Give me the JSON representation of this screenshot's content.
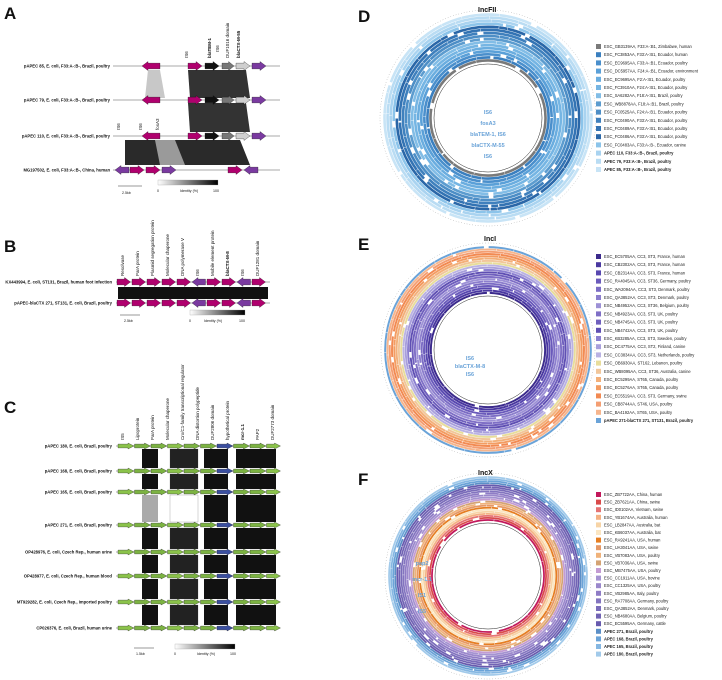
{
  "panels": {
    "A": {
      "letter": "A",
      "scale": "2.5kb",
      "identity_min": "0",
      "identity_label": "Identity (%)",
      "identity_max": "100",
      "sequences": [
        "pAPEC 85, E. coli, F33:A-:B-, Brazil, poultry",
        "pAPEC 79, E. coli, F33:A-:B-, Brazil, poultry",
        "pAPEC 110, E. coli, F33:A-:B-, Brazil, poultry",
        "MG197502, E. coli, F33:A-:B-, China, human"
      ],
      "genes": [
        "IS6",
        "IS6",
        "blaTEM-1",
        "IS6",
        "DUF1016 domain",
        "blaCTX-M-55",
        "IS6",
        "fosA3"
      ]
    },
    "B": {
      "letter": "B",
      "scale": "2.5kb",
      "identity_min": "0",
      "identity_label": "Identity (%)",
      "identity_max": "100",
      "sequences": [
        "KX443994, E. coli, ST131, Brazil, human foot infection",
        "pAPEC-blaCTX 271, ST131, E. coli, Brazil, poultry"
      ],
      "genes": [
        "Resolvase",
        "ParA protein",
        "Plasmid segregation protein",
        "Molecular chaperone",
        "DNA polymerase V",
        "IS6",
        "Mobile element protein",
        "blaCTX-M-8",
        "IS6",
        "DUF1281 domain"
      ]
    },
    "C": {
      "letter": "C",
      "scale": "1.5kb",
      "identity_min": "0",
      "identity_label": "Identity (%)",
      "identity_max": "100",
      "sequences": [
        "pAPEC 180, E. coli, Brazil, poultry",
        "pAPEC 168, E. coli, Brazil, poultry",
        "pAPEC 165, E. coli, Brazil, poultry",
        "pAPEC 271, E. coli, Brazil, poultry",
        "OP428976, E. coli, Czech Rep., human urine",
        "OP428977, E. coli, Czech Rep., human blood",
        "MT929282, E. coli, Czech Rep., imported poultry",
        "CP026376, E. coli, Brazil, human urine"
      ],
      "genes": [
        "IS5",
        "Lipoprotein",
        "ParA protein",
        "Molecular chaperone",
        "Cro/C1-family transcriptional regulator",
        "DNA distortion polypeptide",
        "DUF2806 domain",
        "hypothetical protein",
        "mcr-1.1",
        "PAP2",
        "DUF2773 domain"
      ]
    },
    "D": {
      "letter": "D",
      "title": "IncFII",
      "ring_labels": [
        "IS6",
        "fosA3",
        "blaTEM-1, IS6",
        "blaCTX-M-55",
        "IS6"
      ],
      "legend": [
        {
          "label": "ESC_GB3139AA, F33:A-:B1, Zimbabwe, human",
          "color": "#7a7a7a",
          "bold": false
        },
        {
          "label": "ESC_FC3853AA, F33:A-:B1, Ecuador, human",
          "color": "#3a7fbf",
          "bold": false
        },
        {
          "label": "ESC_EC9695AA, F33:A-:B1, Ecuador, poultry",
          "color": "#4a8fcc",
          "bold": false
        },
        {
          "label": "ESC_DC5957AA, F24:A-:B1, Ecuador, environment",
          "color": "#5aa0d8",
          "bold": false
        },
        {
          "label": "ESC_EC9695AA, F2:A-:B1, Ecuador, poultry",
          "color": "#6aaddf",
          "bold": false
        },
        {
          "label": "ESC_FC3910AA, F24:A-:B1, Ecuador, poultry",
          "color": "#75b5e3",
          "bold": false
        },
        {
          "label": "ESC_SA6282AA, F18:A-:B1, Brazil, poultry",
          "color": "#82bde6",
          "bold": false
        },
        {
          "label": "ESC_WB8878AA, F18:A-:B1, Brazil, poultry",
          "color": "#5c9ccf",
          "bold": false
        },
        {
          "label": "ESC_FC0525AA, F24:A-:B1, Ecuador, poultry",
          "color": "#4d8ec6",
          "bold": false
        },
        {
          "label": "ESC_FC0490AA, F33:A-:B1, Ecuador, poultry",
          "color": "#3f80bd",
          "bold": false
        },
        {
          "label": "ESC_FC0489AA, F33:A-:B1, Ecuador, poultry",
          "color": "#3373b3",
          "bold": false
        },
        {
          "label": "ESC_FC0486AA, F33:A-:B1, Ecuador, poultry",
          "color": "#2a67a8",
          "bold": false
        },
        {
          "label": "ESC_FC0483AA, F33:A-:B-, Ecuador, canine",
          "color": "#8cc4ea",
          "bold": false
        },
        {
          "label": "APEC 110, F33:A-:B-, Brazil, poultry",
          "color": "#a9d3f0",
          "bold": true
        },
        {
          "label": "APEC 79, F33:A-:B-, Brazil, poultry",
          "color": "#b9dcf3",
          "bold": true
        },
        {
          "label": "APEC 85, F33:A-:B-, Brazil, poultry",
          "color": "#c8e4f6",
          "bold": true
        }
      ]
    },
    "E": {
      "letter": "E",
      "title": "IncI",
      "ring_labels": [
        "IS6",
        "blaCTX-M-8",
        "IS6"
      ],
      "legend": [
        {
          "label": "ESC_EC5705AA, CC3, ST3, France, human",
          "color": "#3b2a8c",
          "bold": false
        },
        {
          "label": "ESC_CB2302AA, CC3, ST3, France, human",
          "color": "#4a38a0",
          "bold": false
        },
        {
          "label": "ESC_CB2314AA, CC3, ST3, France, human",
          "color": "#5848b0",
          "bold": false
        },
        {
          "label": "ESC_RA4045AA, CC3, ST36, Germany, poultry",
          "color": "#6a5abb",
          "bold": false
        },
        {
          "label": "ESC_WA2094AA, CC3, ST3, Denmark, poultry",
          "color": "#7b6cc4",
          "bold": false
        },
        {
          "label": "ESC_QA3852AA, CC3, ST3, Denmark, poultry",
          "color": "#8c7ecd",
          "bold": false
        },
        {
          "label": "ESC_NB4952AA, CC3, ST36, Belgium, poultry",
          "color": "#9d91d6",
          "bold": false
        },
        {
          "label": "ESC_NB4923AA, CC3, ST3, UK, poultry",
          "color": "#7f6fc6",
          "bold": false
        },
        {
          "label": "ESC_NB4745AA, CC3, ST3, UK, poultry",
          "color": "#6f5fbd",
          "bold": false
        },
        {
          "label": "ESC_NB4742AA, CC3, ST3, UK, poultry",
          "color": "#5f4fb3",
          "bold": false
        },
        {
          "label": "ESC_KB3285AA, CC3, ST3, Sweden, poultry",
          "color": "#8b7fd0",
          "bold": false
        },
        {
          "label": "ESC_DC4775AA, CC3, ST2, Finland, canine",
          "color": "#a89fdc",
          "bold": false
        },
        {
          "label": "ESC_CC3834AA, CC3, ST3, Netherlands, poultry",
          "color": "#bab2e3",
          "bold": false
        },
        {
          "label": "ESC_OB6930AA, ST162, Lebanon, poultry",
          "color": "#e8dd9a",
          "bold": false
        },
        {
          "label": "ESC_WB8095AA, CC3, ST36, Australia, canine",
          "color": "#f1c69a",
          "bold": false
        },
        {
          "label": "ESC_EC5299AA, ST65, Canada, poultry",
          "color": "#f3b07a",
          "bold": false
        },
        {
          "label": "ESC_EC5276AA, ST65, Canada, poultry",
          "color": "#f39c62",
          "bold": false
        },
        {
          "label": "ESC_EC5519AA, CC3, ST3, Germany, swine",
          "color": "#f28a52",
          "bold": false
        },
        {
          "label": "ESC_CB8744AA, ST46, USA, poultry",
          "color": "#f49e72",
          "bold": false
        },
        {
          "label": "ESC_BA4192AA, ST65, USA, poultry",
          "color": "#f6b58d",
          "bold": false
        },
        {
          "label": "pAPEC 271-blaCTX 271, ST131, Brazil, poultry",
          "color": "#6aa3d8",
          "bold": true
        }
      ]
    },
    "F": {
      "letter": "F",
      "title": "IncX",
      "ring_labels": [
        "pap2",
        "mcr-1.1",
        "IS1",
        "IS5"
      ],
      "legend": [
        {
          "label": "ESC_ZB7722AA, China, human",
          "color": "#c2185b",
          "bold": false
        },
        {
          "label": "ESC_ZB7621AA, China, swine",
          "color": "#d94a4a",
          "bold": false
        },
        {
          "label": "ESC_ID0102AA, Vietnam, swine",
          "color": "#e57373",
          "bold": false
        },
        {
          "label": "ESC_YB1674AA, Australia, human",
          "color": "#f4b183",
          "bold": false
        },
        {
          "label": "ESC_LB2847AA, Australia, bat",
          "color": "#f7d4a6",
          "bold": false
        },
        {
          "label": "ESC_KB6037AA, Australia, bat",
          "color": "#fbe6c2",
          "bold": false
        },
        {
          "label": "ESC_RA9241AA, USA, human",
          "color": "#e67e22",
          "bold": false
        },
        {
          "label": "ESC_UA3041AA, USA, swine",
          "color": "#e59866",
          "bold": false
        },
        {
          "label": "ESC_VB7083AA, USA, poultry",
          "color": "#f0b27a",
          "bold": false
        },
        {
          "label": "ESC_VB7036AA, USA, swine",
          "color": "#d4a373",
          "bold": false
        },
        {
          "label": "ESC_MB7475AA, USA, poultry",
          "color": "#c39bd3",
          "bold": false
        },
        {
          "label": "ESC_CC1911AA, USA, bovine",
          "color": "#a593d1",
          "bold": false
        },
        {
          "label": "ESC_CC1325AA, USA, poultry",
          "color": "#9b88cc",
          "bold": false
        },
        {
          "label": "ESC_VB2985AA, Italy, poultry",
          "color": "#8f7cc6",
          "bold": false
        },
        {
          "label": "ESC_RA7708AA, Germany, poultry",
          "color": "#8374bf",
          "bold": false
        },
        {
          "label": "ESC_QA3852AA, Denmark, poultry",
          "color": "#7a6cba",
          "bold": false
        },
        {
          "label": "ESC_NB4680AA, Belgium, poultry",
          "color": "#7163b4",
          "bold": false
        },
        {
          "label": "ESC_EC5595AA, Germany, cattle",
          "color": "#675aae",
          "bold": false
        },
        {
          "label": "APEC 271, Brazil, poultry",
          "color": "#5b8fc7",
          "bold": true
        },
        {
          "label": "APEC 168, Brazil, poultry",
          "color": "#6aa3d8",
          "bold": true
        },
        {
          "label": "APEC 165, Brazil, poultry",
          "color": "#85b7e2",
          "bold": true
        },
        {
          "label": "APEC 180, Brazil, poultry",
          "color": "#a2caea",
          "bold": true
        }
      ]
    }
  }
}
